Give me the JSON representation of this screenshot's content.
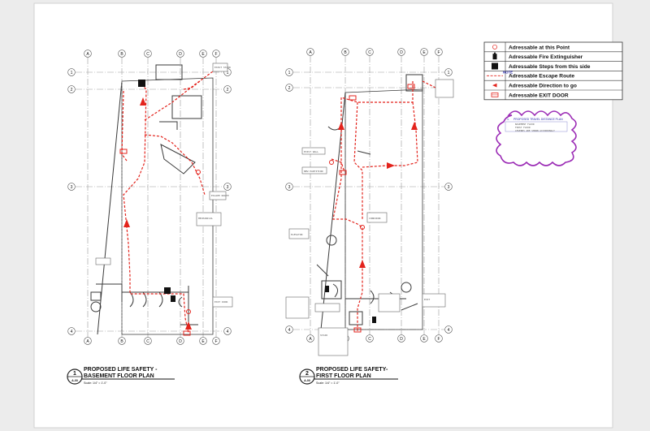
{
  "colors": {
    "route": "#e3231c",
    "grid": "#9a9a9a",
    "wall": "#3a3a3a",
    "cloud": "#9b2bb5",
    "note_blue": "#2a2aa8",
    "paper": "#ffffff"
  },
  "grid_columns": [
    "A",
    "B",
    "C",
    "D",
    "E",
    "F"
  ],
  "grid_rows": [
    "1",
    "2",
    "3",
    "4"
  ],
  "legend": {
    "items": [
      {
        "label": "Adressable at this Point",
        "icon": "circle-marker-icon"
      },
      {
        "label": "Adressable Fire Extinguisher",
        "icon": "fire-extinguisher-icon"
      },
      {
        "label": "Adressable Steps from this side",
        "icon": "steps-square-icon"
      },
      {
        "label": "Adressable Escape Route",
        "icon": "dashed-route-icon"
      },
      {
        "label": "Adressable Direction to go",
        "icon": "direction-arrow-icon"
      },
      {
        "label": "Adressable EXIT DOOR",
        "icon": "exit-door-icon"
      }
    ],
    "note_tag": "NOTE"
  },
  "cloud_note": {
    "number": "1.",
    "title": "PROPOSED TRAVEL DISTANCE PLAN",
    "lines": [
      "BASEMENT FLOOR",
      "FIRST FLOOR",
      "LEGENDS ARE SHOWN ACCORDINGLY"
    ]
  },
  "plans": [
    {
      "number": "1",
      "sheet": "A-00",
      "title_line1": "PROPOSED LIFE SAFETY -",
      "title_line2": "BASEMENT FLOOR PLAN",
      "scale": "Scale: 1/4\" = 1'-0\""
    },
    {
      "number": "2",
      "sheet": "A-00",
      "title_line1": "PROPOSED LIFE SAFETY-",
      "title_line2": "FIRST FLOOR PLAN",
      "scale": "Scale: 1/4\" = 1'-0\""
    }
  ]
}
